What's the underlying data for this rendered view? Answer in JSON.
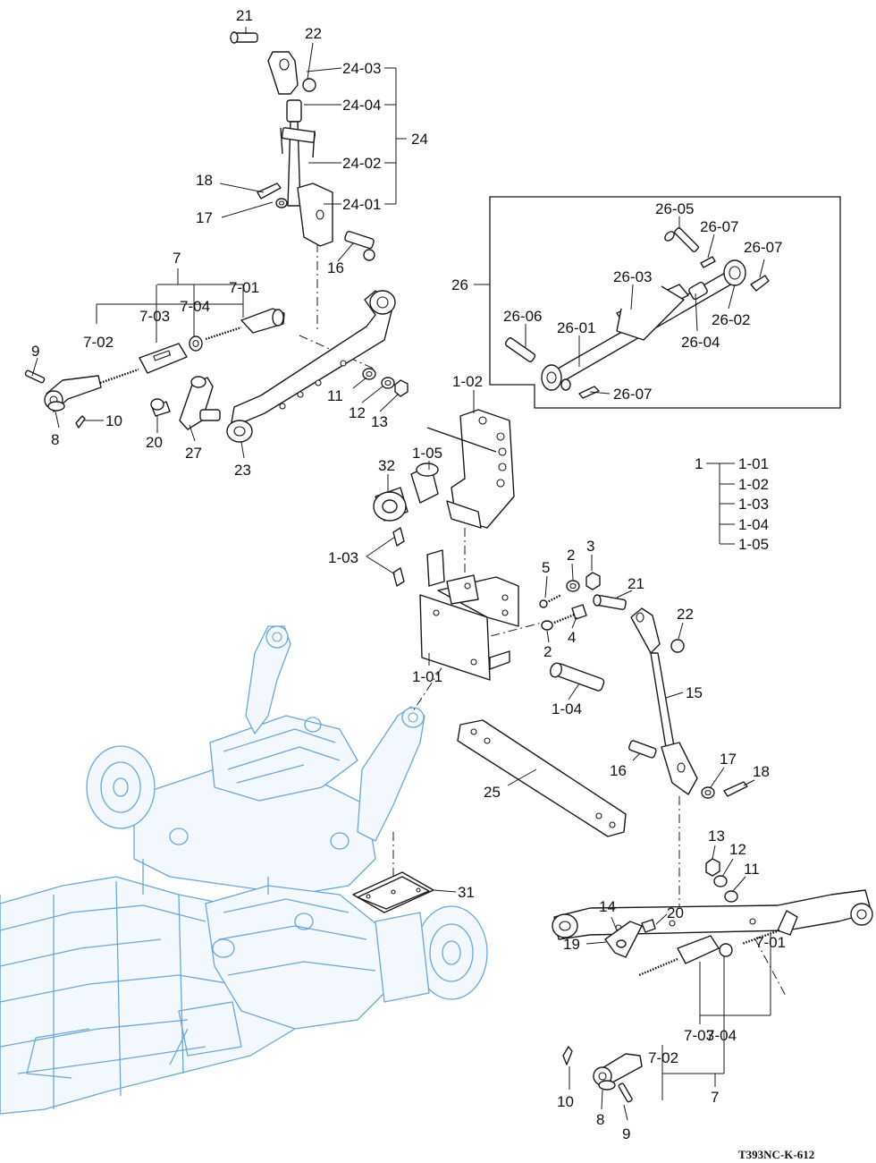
{
  "diagram": {
    "drawing_code": "T393NC-K-612",
    "callouts": {
      "c21a": "21",
      "c22a": "22",
      "c24_03": "24-03",
      "c24_04": "24-04",
      "c24": "24",
      "c24_02": "24-02",
      "c24_01": "24-01",
      "c18a": "18",
      "c17a": "17",
      "c16a": "16",
      "c7a": "7",
      "c7_01a": "7-01",
      "c7_03a": "7-03",
      "c7_04a": "7-04",
      "c7_02a": "7-02",
      "c9a": "9",
      "c8a": "8",
      "c10a": "10",
      "c20a": "20",
      "c27": "27",
      "c23": "23",
      "c11a": "11",
      "c12a": "12",
      "c13a": "13",
      "c26": "26",
      "c26_05": "26-05",
      "c26_07a": "26-07",
      "c26_07b": "26-07",
      "c26_03": "26-03",
      "c26_06": "26-06",
      "c26_01": "26-01",
      "c26_02": "26-02",
      "c26_04": "26-04",
      "c26_07c": "26-07",
      "c1_02": "1-02",
      "c1_05": "1-05",
      "c32": "32",
      "c1_03": "1-03",
      "c1_01": "1-01",
      "c1_04": "1-04",
      "c5": "5",
      "c2a": "2",
      "c3": "3",
      "c4": "4",
      "c2b": "2",
      "c21b": "21",
      "c22b": "22",
      "c15": "15",
      "c16b": "16",
      "c17b": "17",
      "c18b": "18",
      "c25": "25",
      "c31": "31",
      "c13b": "13",
      "c12b": "12",
      "c11b": "11",
      "c14": "14",
      "c20b": "20",
      "c19": "19",
      "c7_01b": "7-01",
      "c7_04b": "7-04",
      "c7_03b": "7-03",
      "c7_02b": "7-02",
      "c7b": "7",
      "c10b": "10",
      "c8b": "8",
      "c9b": "9"
    },
    "group_index": {
      "parent": "1",
      "children": [
        "1-01",
        "1-02",
        "1-03",
        "1-04",
        "1-05"
      ]
    }
  }
}
